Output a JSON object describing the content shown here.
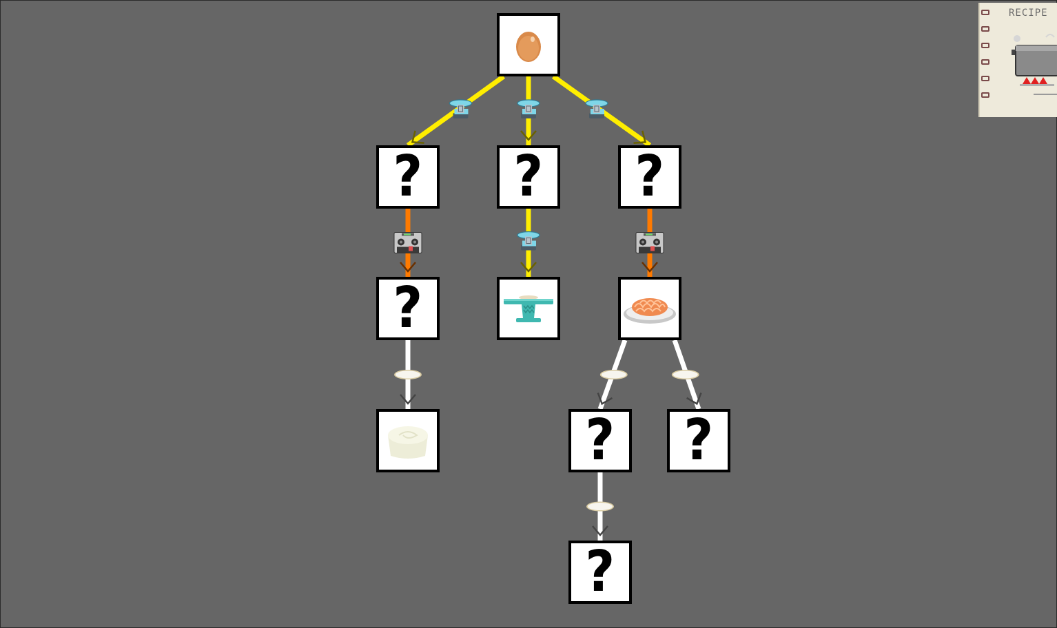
{
  "recipe_book": {
    "title": "RECIPE"
  },
  "unknown_mark": "?",
  "colors": {
    "background": "#666666",
    "mix_edge": "#ffee00",
    "cook_edge": "#ff7a00",
    "plate_edge": "#ffffff",
    "node_border": "#000000"
  },
  "nodes": [
    {
      "id": "egg",
      "item": "egg-icon",
      "known": true
    },
    {
      "id": "mix-left",
      "known": false
    },
    {
      "id": "mix-middle",
      "known": false
    },
    {
      "id": "mix-right",
      "known": false
    },
    {
      "id": "cooked-left",
      "known": false
    },
    {
      "id": "cake-stand",
      "item": "cake-stand-icon",
      "known": true
    },
    {
      "id": "pasta",
      "item": "pasta-plate-icon",
      "known": true
    },
    {
      "id": "bowl",
      "item": "cream-bowl-icon",
      "known": true
    },
    {
      "id": "pasta-dish-a",
      "known": false
    },
    {
      "id": "pasta-dish-b",
      "known": false
    },
    {
      "id": "pasta-dish-c",
      "known": false
    }
  ],
  "edges": [
    {
      "from": "egg",
      "to": "mix-left",
      "tool": "mixer-icon",
      "kind": "mix"
    },
    {
      "from": "egg",
      "to": "mix-middle",
      "tool": "mixer-icon",
      "kind": "mix"
    },
    {
      "from": "egg",
      "to": "mix-right",
      "tool": "mixer-icon",
      "kind": "mix"
    },
    {
      "from": "mix-left",
      "to": "cooked-left",
      "tool": "stove-icon",
      "kind": "cook"
    },
    {
      "from": "mix-middle",
      "to": "cake-stand",
      "tool": "mixer-icon",
      "kind": "mix"
    },
    {
      "from": "mix-right",
      "to": "pasta",
      "tool": "stove-icon",
      "kind": "cook"
    },
    {
      "from": "cooked-left",
      "to": "bowl",
      "tool": "plate-icon",
      "kind": "plate"
    },
    {
      "from": "pasta",
      "to": "pasta-dish-a",
      "tool": "plate-icon",
      "kind": "plate"
    },
    {
      "from": "pasta",
      "to": "pasta-dish-b",
      "tool": "plate-icon",
      "kind": "plate"
    },
    {
      "from": "pasta-dish-a",
      "to": "pasta-dish-c",
      "tool": "plate-icon",
      "kind": "plate"
    }
  ]
}
